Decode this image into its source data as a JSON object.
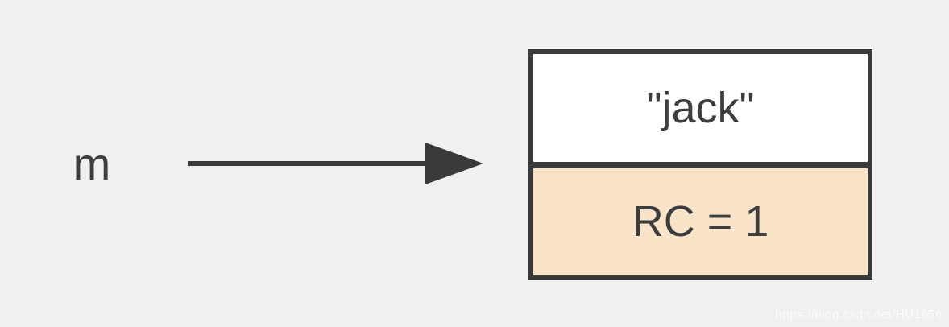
{
  "diagram": {
    "variable": {
      "label": "m"
    },
    "object_box": {
      "value": "\"jack\"",
      "ref_count": "RC = 1"
    },
    "watermark": "https://blog.csdn.net/HU1656",
    "colors": {
      "background": "#f0f0ef",
      "border": "#3a3a3a",
      "value_cell_bg": "#ffffff",
      "ref_count_cell_bg": "#f9e4ca",
      "text": "#3d3d3d",
      "arrow": "#3a3a3a",
      "watermark": "#ffffff"
    }
  }
}
